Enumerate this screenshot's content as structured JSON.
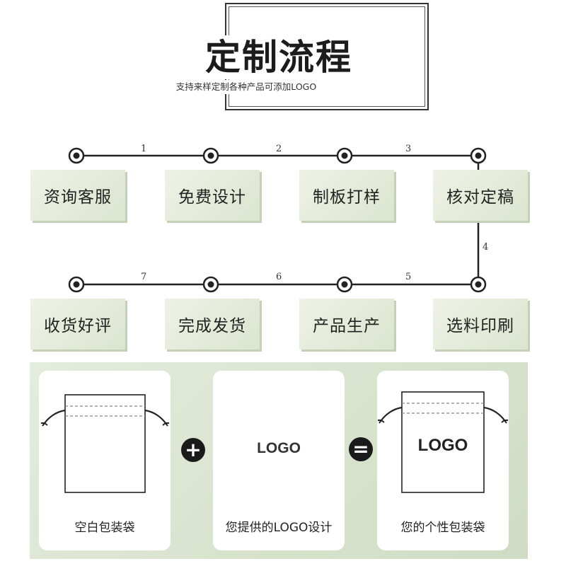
{
  "header": {
    "title": "定制流程",
    "subtitle": "支持来样定制各种产品可添加LOGO"
  },
  "process": {
    "steps": [
      "资询客服",
      "免费设计",
      "制板打样",
      "核对定稿",
      "选料印刷",
      "产品生产",
      "完成发货",
      "收货好评"
    ],
    "numbers": [
      "1",
      "2",
      "3",
      "4",
      "5",
      "6",
      "7"
    ]
  },
  "formula": {
    "blank_bag_label": "空白包装袋",
    "logo_label": "您提供的LOGO设计",
    "logo_text": "LOGO",
    "result_label": "您的个性包装袋",
    "result_logo_text": "LOGO",
    "plus_sign": "+",
    "equals_sign": "="
  }
}
